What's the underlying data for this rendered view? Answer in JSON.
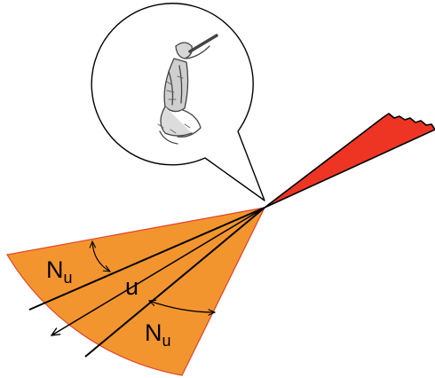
{
  "labels": {
    "upper_sector": "N",
    "upper_sector_sub": "u",
    "middle_sector": "u",
    "lower_sector": "N",
    "lower_sector_sub": "u"
  },
  "colors": {
    "upper_cone_fill": "#ee3524",
    "lower_cone_fill": "#f3952f",
    "lower_cone_edge": "#e0402a",
    "line": "#000000",
    "bubble_fill": "#ffffff",
    "background": "#ffffff"
  },
  "icons": {
    "bubble_figure": "kneeling-observer-sketch-icon"
  }
}
